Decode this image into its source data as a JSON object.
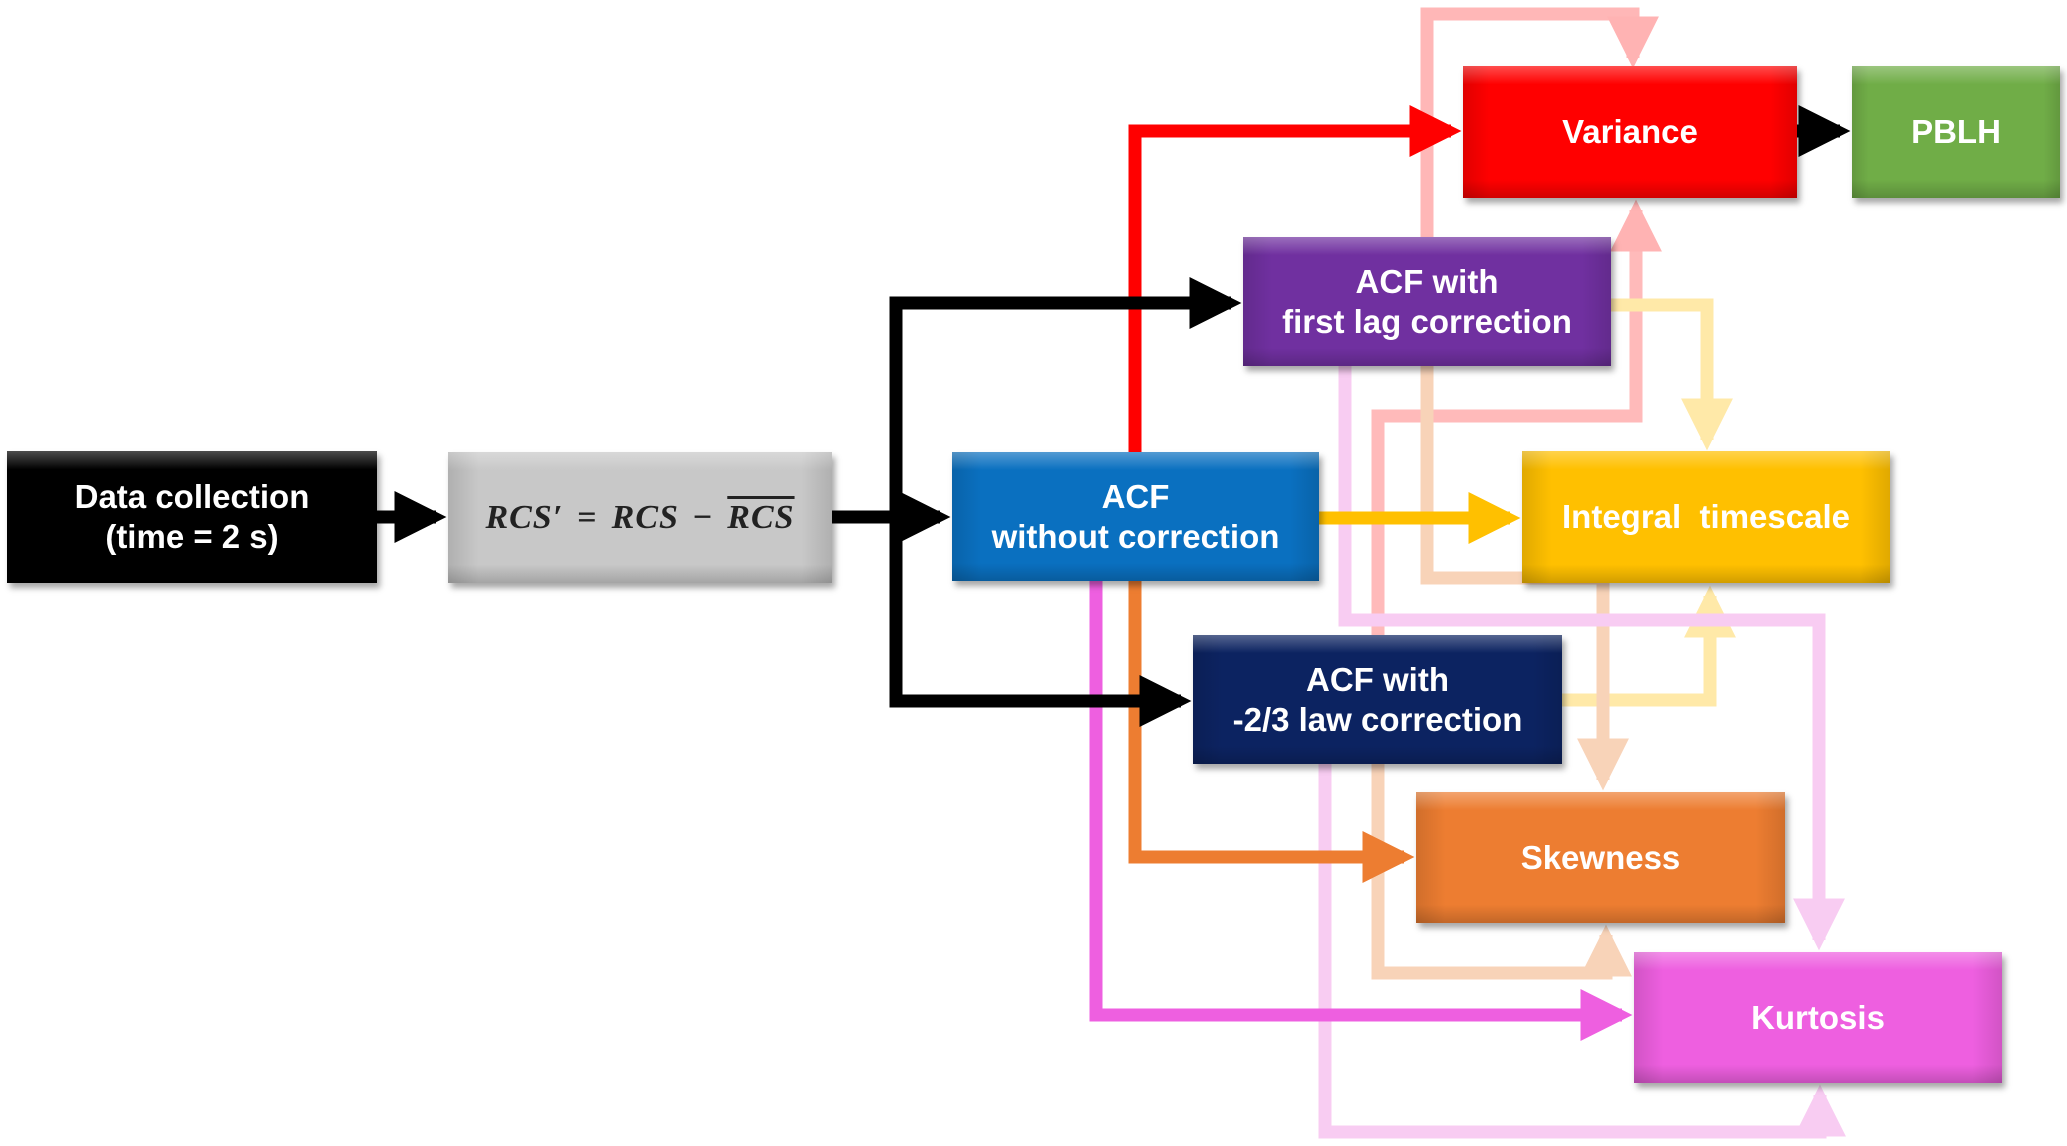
{
  "diagram": {
    "nodes": {
      "data_collection": {
        "line1": "Data collection",
        "line2": "(time = 2 s)",
        "color": "#000000"
      },
      "rcs_formula": {
        "lhs": "RCS′",
        "eq": "=",
        "term1": "RCS",
        "minus": "−",
        "term2": "RCS",
        "color": "#c8c8c8"
      },
      "acf_without": {
        "line1": "ACF",
        "line2": "without correction",
        "color": "#0a70c0"
      },
      "acf_first_lag": {
        "line1": "ACF with",
        "line2": "first lag correction",
        "color": "#7030a0"
      },
      "acf_two_thirds": {
        "line1": "ACF with",
        "line2": "-2/3 law correction",
        "color": "#0c2361"
      },
      "variance": {
        "label": "Variance",
        "color": "#ff0000"
      },
      "pblh": {
        "label": "PBLH",
        "color": "#70ad47"
      },
      "integral_timescale": {
        "label": "Integral  timescale",
        "color": "#ffc000"
      },
      "skewness": {
        "label": "Skewness",
        "color": "#ed7d31"
      },
      "kurtosis": {
        "label": "Kurtosis",
        "color": "#ee5fe0"
      }
    },
    "edges": [
      {
        "from": "data_collection",
        "to": "rcs_formula",
        "color": "#000000"
      },
      {
        "from": "rcs_formula",
        "to": "acf_without",
        "color": "#000000"
      },
      {
        "from": "rcs_formula",
        "to": "acf_first_lag",
        "color": "#000000"
      },
      {
        "from": "rcs_formula",
        "to": "acf_two_thirds",
        "color": "#000000"
      },
      {
        "from": "variance",
        "to": "pblh",
        "color": "#000000"
      },
      {
        "from": "acf_without",
        "to": "variance",
        "color": "#ff0000"
      },
      {
        "from": "acf_without",
        "to": "integral_timescale",
        "color": "#ffc000"
      },
      {
        "from": "acf_without",
        "to": "skewness",
        "color": "#ed7d31"
      },
      {
        "from": "acf_without",
        "to": "kurtosis",
        "color": "#ee5fe0"
      },
      {
        "from": "acf_first_lag",
        "to": "variance",
        "color": "#ffb3b3"
      },
      {
        "from": "acf_first_lag",
        "to": "integral_timescale",
        "color": "#ffe9a8"
      },
      {
        "from": "acf_first_lag",
        "to": "skewness",
        "color": "#f8d3b8"
      },
      {
        "from": "acf_first_lag",
        "to": "kurtosis",
        "color": "#f8ccf2"
      },
      {
        "from": "acf_two_thirds",
        "to": "variance",
        "color": "#ffb3b3"
      },
      {
        "from": "acf_two_thirds",
        "to": "integral_timescale",
        "color": "#ffe9a8"
      },
      {
        "from": "acf_two_thirds",
        "to": "skewness",
        "color": "#f8d3b8"
      },
      {
        "from": "acf_two_thirds",
        "to": "kurtosis",
        "color": "#f8ccf2"
      }
    ]
  }
}
